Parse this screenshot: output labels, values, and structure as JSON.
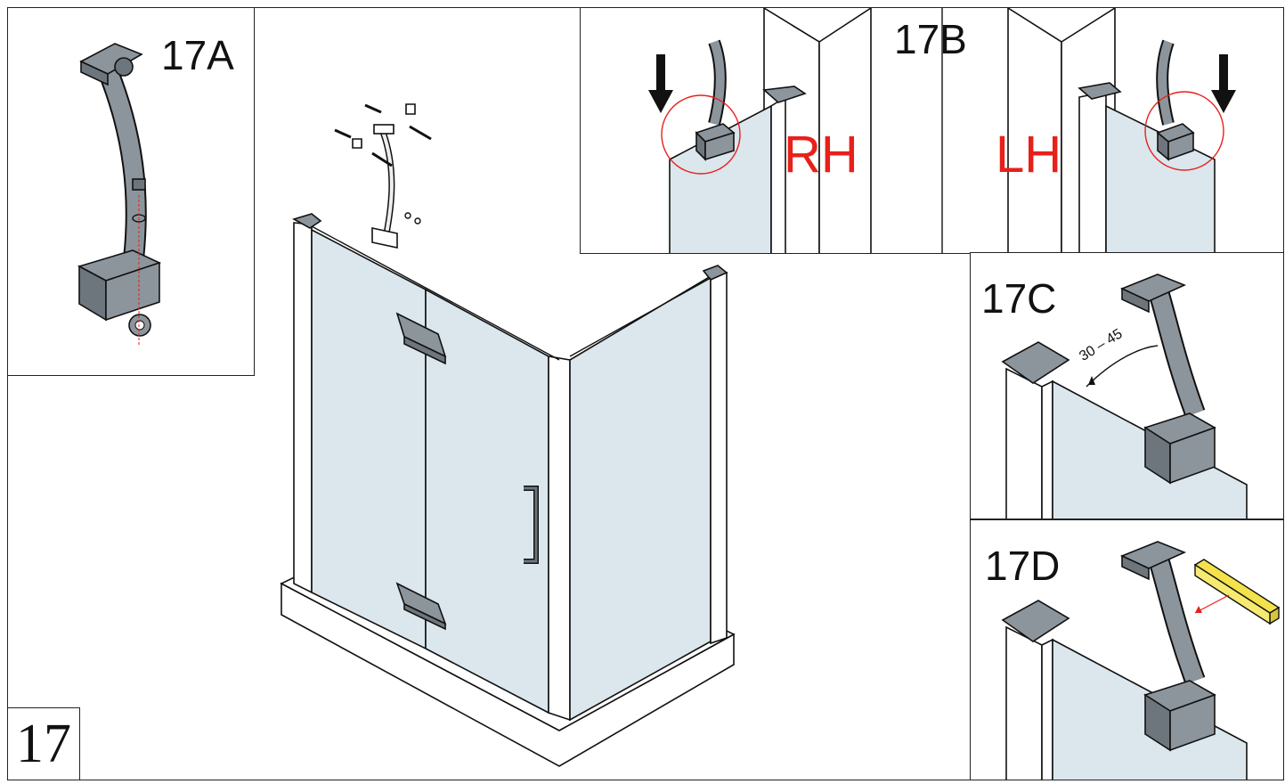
{
  "step_number": "17",
  "panels": {
    "a": {
      "label": "17A"
    },
    "b": {
      "label": "17B",
      "rh_label": "RH",
      "lh_label": "LH"
    },
    "c": {
      "label": "17C",
      "angle_label": "30 – 45"
    },
    "d": {
      "label": "17D"
    }
  },
  "colors": {
    "accent_red": "#e8201a",
    "glass": "#dbe7ed",
    "metal": "#8d959c",
    "level_yellow": "#f3e24a"
  }
}
